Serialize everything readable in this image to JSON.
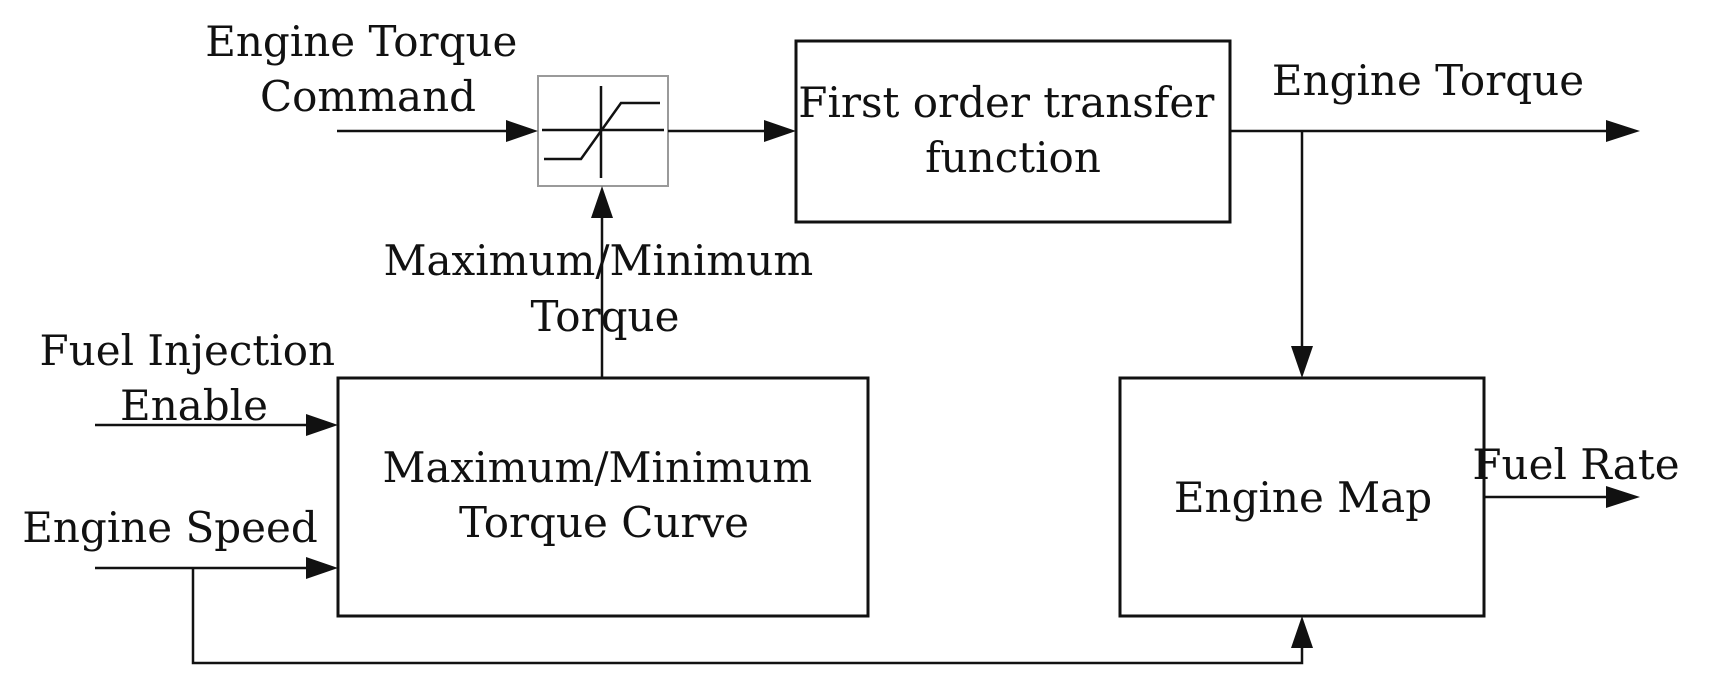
{
  "inputs": {
    "engine_torque_command": [
      "Engine Torque",
      "Command"
    ],
    "fuel_injection_enable": [
      "Fuel Injection",
      "Enable"
    ],
    "engine_speed": "Engine Speed"
  },
  "signals": {
    "max_min_torque": [
      "Maximum/Minimum",
      "Torque"
    ]
  },
  "blocks": {
    "transfer_function": [
      "First order transfer",
      "function"
    ],
    "torque_curve": [
      "Maximum/Minimum",
      "Torque Curve"
    ],
    "engine_map": "Engine Map"
  },
  "outputs": {
    "engine_torque": "Engine Torque",
    "fuel_rate": "Fuel Rate"
  }
}
